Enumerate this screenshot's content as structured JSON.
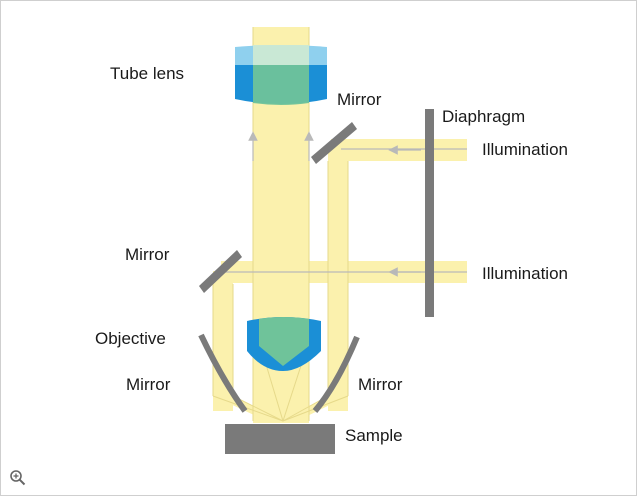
{
  "diagram": {
    "labels": {
      "tube_lens": "Tube lens",
      "mirror_top": "Mirror",
      "diaphragm": "Diaphragm",
      "illumination_top": "Illumination",
      "mirror_left": "Mirror",
      "illumination_bottom": "Illumination",
      "objective": "Objective",
      "mirror_lower_left": "Mirror",
      "mirror_lower_right": "Mirror",
      "sample": "Sample"
    },
    "colors": {
      "beam": "#fbf1ad",
      "beam_edge": "#e9dc86",
      "lens_light": "#8fd0ee",
      "lens_dark": "#1b8fd6",
      "lens_overlap_light": "#cce9d3",
      "lens_overlap_dark": "#6fc39a",
      "gray": "#7a7a7a",
      "arrow": "#b9b9b9"
    }
  },
  "toolbar": {
    "zoom_icon": "magnifier-plus-icon"
  }
}
